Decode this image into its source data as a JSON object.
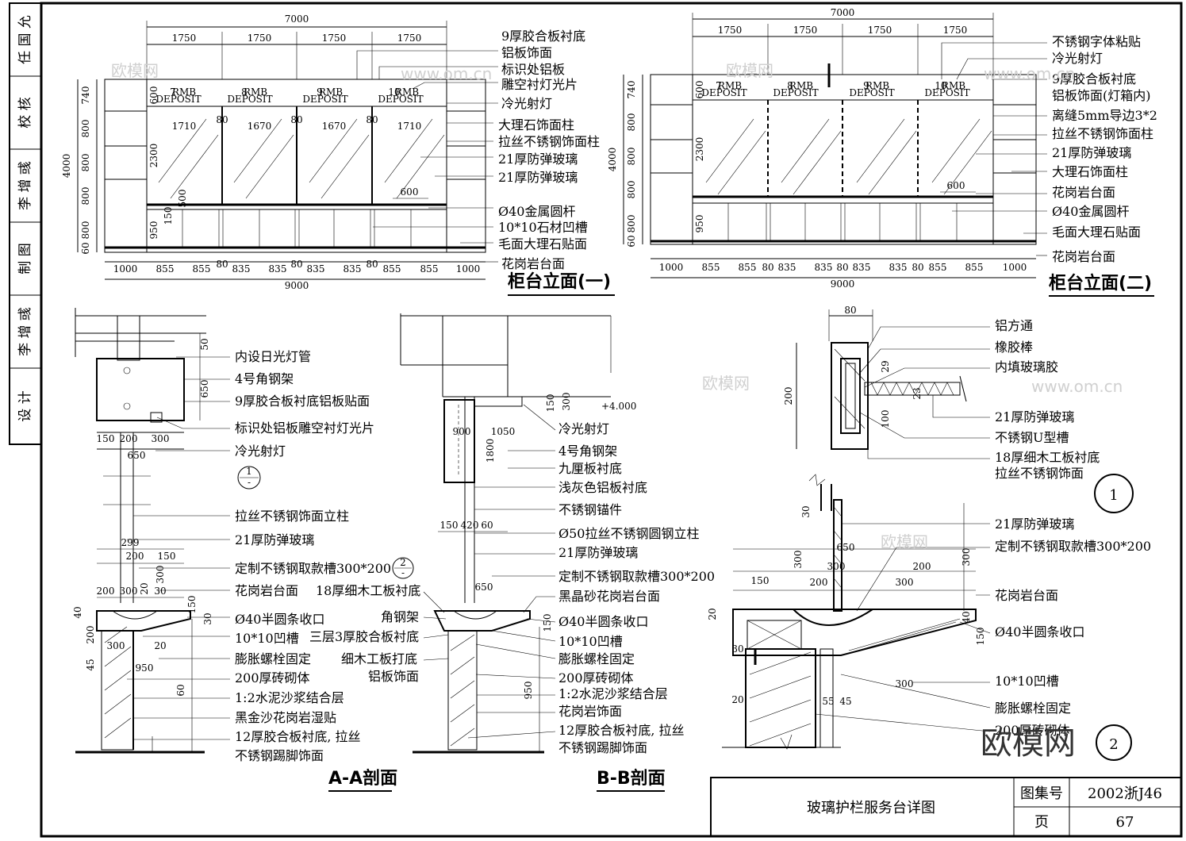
{
  "sidebar": {
    "items": [
      {
        "text": "任 国 允"
      },
      {
        "text": "校 核"
      },
      {
        "text": "李 增 彧"
      },
      {
        "text": "制 图"
      },
      {
        "text": "李 增 彧"
      },
      {
        "text": "设 计"
      }
    ]
  },
  "elev1": {
    "title": "柜台立面(一)",
    "dims_top": [
      "1750",
      "1750",
      "1750",
      "1750"
    ],
    "dim_total_top": "7000",
    "dims_glass": [
      "1710",
      "80",
      "1670",
      "80",
      "1670",
      "80",
      "1710"
    ],
    "dims_left": [
      "740",
      "800",
      "800",
      "800",
      "800",
      "60"
    ],
    "dim_left_total": "4000",
    "dims_inner": [
      "600",
      "2300",
      "150",
      "950",
      "500"
    ],
    "dim_600": "600",
    "dims_bottom": [
      "1000",
      "855",
      "855",
      "80",
      "835",
      "835",
      "80",
      "835",
      "835",
      "80",
      "855",
      "855",
      "1000"
    ],
    "dim_total_bottom": "9000",
    "boards": [
      {
        "num": "7",
        "cur": "RMB",
        "txt": "DEPOSIT"
      },
      {
        "num": "8",
        "cur": "RMB",
        "txt": "DEPOSIT"
      },
      {
        "num": "9",
        "cur": "RMB",
        "txt": "DEPOSIT"
      },
      {
        "num": "10",
        "cur": "RMB",
        "txt": "DEPOSIT"
      }
    ],
    "labels": [
      "9厚胶合板衬底",
      "铝板饰面",
      "标识处铝板",
      "雕空衬灯光片",
      "冷光射灯",
      "大理石饰面柱",
      "拉丝不锈钢饰面柱",
      "21厚防弹玻璃",
      "21厚防弹玻璃",
      "Ø40金属圆杆",
      "10*10石材凹槽",
      "毛面大理石贴面",
      "花岗岩台面"
    ]
  },
  "elev2": {
    "title": "柜台立面(二)",
    "dims_top": [
      "1750",
      "1750",
      "1750",
      "1750"
    ],
    "dim_total_top": "7000",
    "dims_left": [
      "740",
      "800",
      "800",
      "800",
      "800",
      "60"
    ],
    "dim_left_total": "4000",
    "dims_inner": [
      "600",
      "2300",
      "950"
    ],
    "dim_600": "600",
    "dims_bottom": [
      "1000",
      "855",
      "855",
      "80",
      "835",
      "835",
      "80",
      "835",
      "835",
      "80",
      "855",
      "855",
      "1000"
    ],
    "dim_total_bottom": "9000",
    "boards": [
      {
        "num": "7",
        "cur": "RMB",
        "txt": "DEPOSIT"
      },
      {
        "num": "8",
        "cur": "RMB",
        "txt": "DEPOSIT"
      },
      {
        "num": "9",
        "cur": "RMB",
        "txt": "DEPOSIT"
      },
      {
        "num": "10",
        "cur": "RMB",
        "txt": "DEPOSIT"
      }
    ],
    "labels": [
      "不锈钢字体粘贴",
      "冷光射灯",
      "9厚胶合板衬底",
      "铝板饰面(灯箱内)",
      "离缝5mm导边3*2",
      "拉丝不锈钢饰面柱",
      "21厚防弹玻璃",
      "大理石饰面柱",
      "花岗岩台面",
      "Ø40金属圆杆",
      "毛面大理石贴面",
      "花岗岩台面"
    ]
  },
  "secA": {
    "title": "A-A剖面",
    "labels_top": [
      "内设日光灯管",
      "4号角钢架",
      "9厚胶合板衬底铝板贴面",
      "标识处铝板雕空衬灯光片",
      "冷光射灯"
    ],
    "labels_bottom": [
      "拉丝不锈钢饰面立柱",
      "21厚防弹玻璃",
      "定制不锈钢取款槽300*200",
      "花岗岩台面",
      "Ø40半圆条收口",
      "10*10凹槽",
      "膨胀螺栓固定",
      "200厚砖砌体",
      "1:2水泥沙浆结合层",
      "黑金沙花岗岩湿贴",
      "12厚胶合板衬底, 拉丝",
      "不锈钢踢脚饰面"
    ],
    "dims": [
      "150",
      "200",
      "300",
      "650",
      "650",
      "50",
      "299",
      "200",
      "150",
      "200",
      "300",
      "30",
      "300",
      "20",
      "40",
      "150",
      "30",
      "200",
      "300",
      "20",
      "45",
      "950",
      "60"
    ],
    "ref": {
      "top": "1",
      "bottom": "-"
    },
    "ref2": {
      "top": "2",
      "bottom": "-"
    }
  },
  "secB": {
    "title": "B-B剖面",
    "labels_left": [
      "18厚细木工板衬底",
      "角钢架",
      "三层3厚胶合板衬底",
      "细木工板打底",
      "铝板饰面"
    ],
    "labels_right": [
      "冷光射灯",
      "4号角钢架",
      "九厘板衬底",
      "浅灰色铝板衬底",
      "不锈钢锚件",
      "Ø50拉丝不锈钢圆钢立柱",
      "21厚防弹玻璃",
      "定制不锈钢取款槽300*200",
      "黑晶砂花岗岩台面",
      "Ø40半圆条收口",
      "10*10凹槽",
      "膨胀螺栓固定",
      "200厚砖砌体",
      "1:2水泥沙浆结合层",
      "花岗岩饰面",
      "12厚胶合板衬底, 拉丝",
      "不锈钢踢脚饰面"
    ],
    "dims": [
      "900",
      "1050",
      "150",
      "300",
      "1800",
      "150",
      "420",
      "60",
      "650",
      "150",
      "950",
      "+4.000"
    ]
  },
  "detail1": {
    "labels": [
      "铝方通",
      "橡胶棒",
      "内填玻璃胶",
      "21厚防弹玻璃",
      "不锈钢U型槽",
      "18厚细木工板衬底",
      "拉丝不锈钢饰面"
    ],
    "dims": [
      "80",
      "29",
      "23",
      "200",
      "100"
    ],
    "mark": "1"
  },
  "detail2": {
    "labels": [
      "21厚防弹玻璃",
      "定制不锈钢取款槽300*200",
      "花岗岩台面",
      "Ø40半圆条收口",
      "10*10凹槽",
      "膨胀螺栓固定",
      "200厚砖砌体"
    ],
    "dims": [
      "30",
      "650",
      "300",
      "300",
      "200",
      "300",
      "150",
      "200",
      "300",
      "20",
      "40",
      "150",
      "30",
      "300",
      "20",
      "55",
      "45"
    ],
    "mark": "2"
  },
  "titleblock": {
    "title": "玻璃护栏服务台详图",
    "atlas_label": "图集号",
    "atlas_value": "2002浙J46",
    "page_label": "页",
    "page_value": "67"
  },
  "watermark": {
    "small": "欧模网",
    "url": "www.om.cn",
    "big": "欧模网"
  }
}
